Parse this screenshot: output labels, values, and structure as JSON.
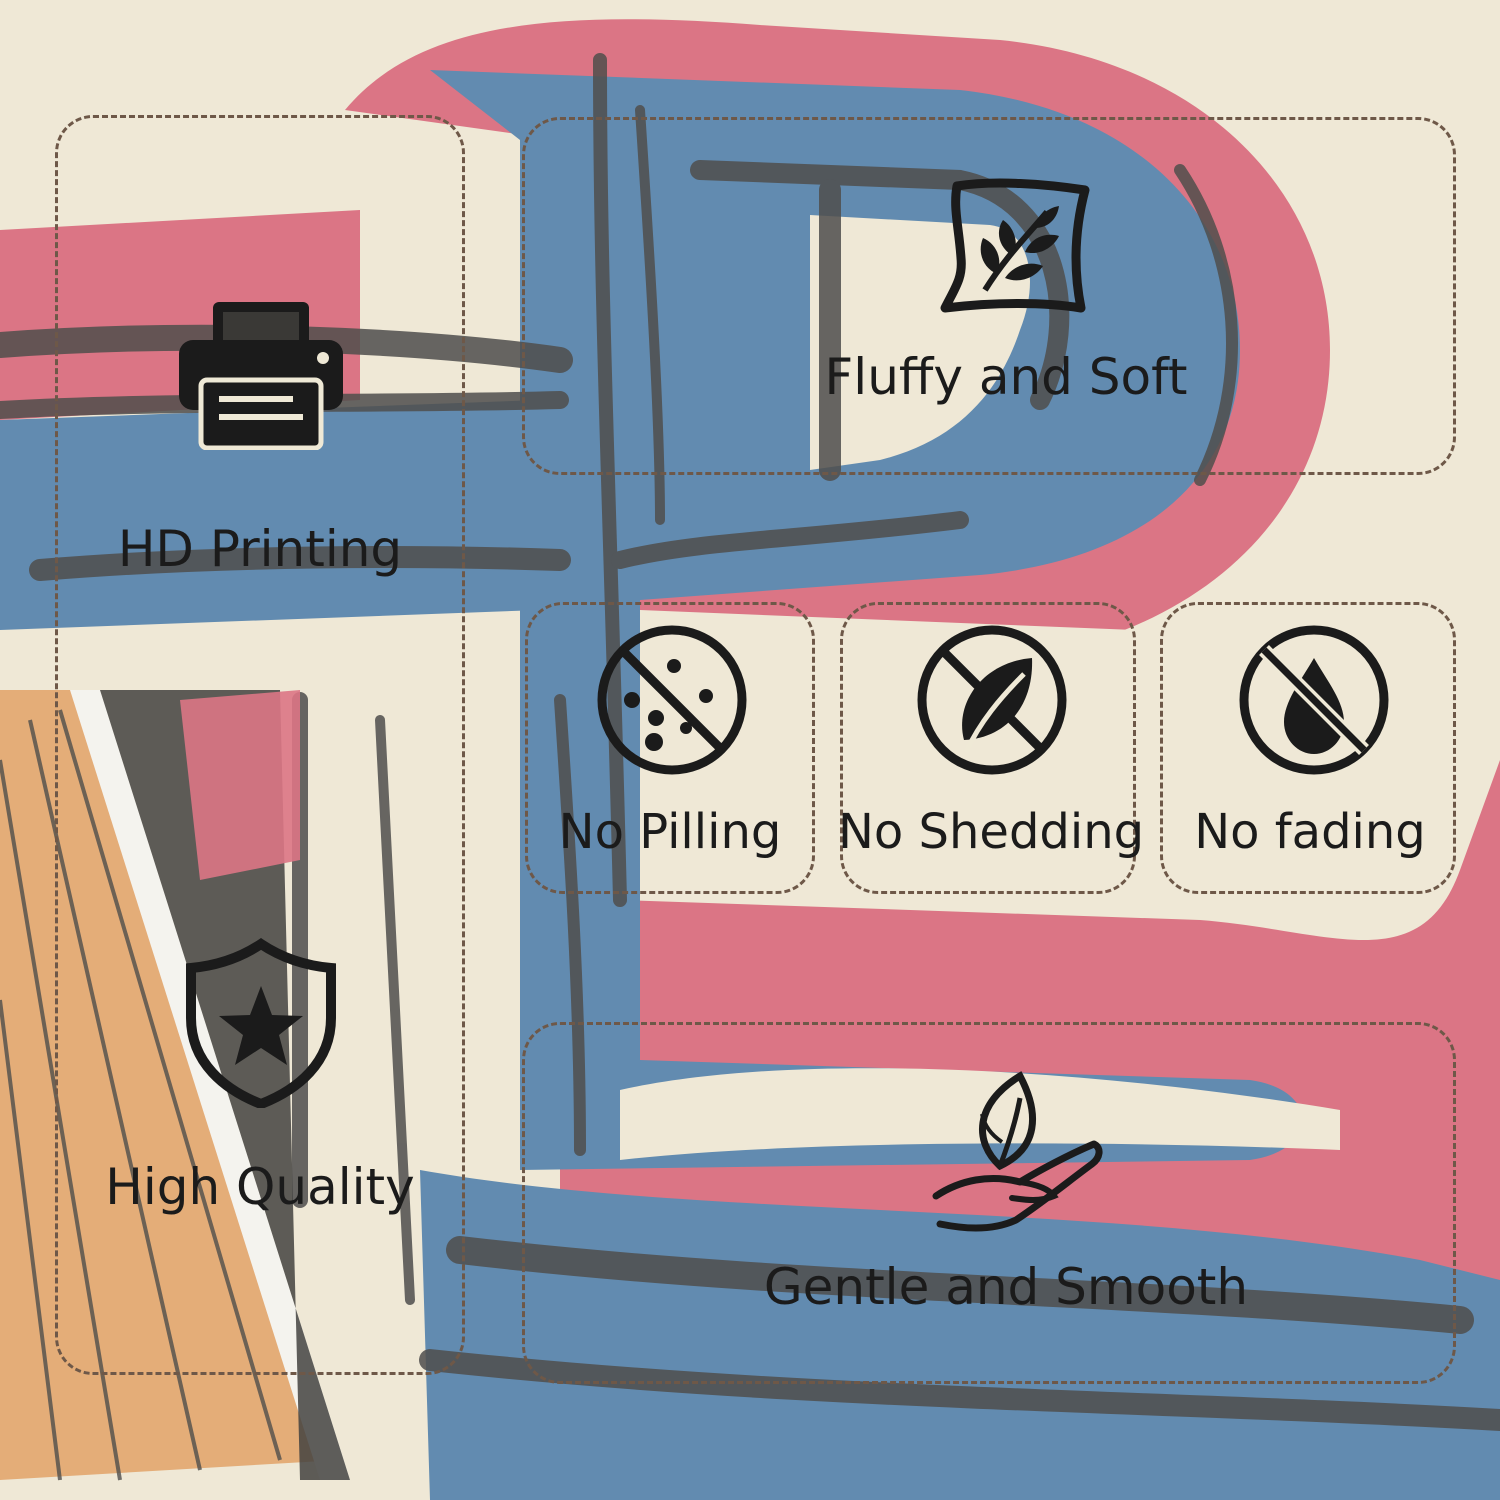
{
  "colors": {
    "background": "#efe9d6",
    "red": "#d9667a",
    "blue": "#4f7fab",
    "ink": "#3a3a3a",
    "orange": "#e3a56c",
    "dash": "#6e5848"
  },
  "features": {
    "hd_printing": {
      "label": "HD Printing",
      "icon": "printer-icon"
    },
    "high_quality": {
      "label": "High Quality",
      "icon": "shield-star-icon"
    },
    "fluffy_soft": {
      "label": "Fluffy and Soft",
      "icon": "leaf-sheet-icon"
    },
    "no_pilling": {
      "label": "No Pilling",
      "icon": "no-pilling-icon"
    },
    "no_shedding": {
      "label": "No Shedding",
      "icon": "no-shedding-icon"
    },
    "no_fading": {
      "label": "No fading",
      "icon": "no-fading-icon"
    },
    "gentle_smooth": {
      "label": "Gentle and Smooth",
      "icon": "hand-leaf-icon"
    }
  }
}
